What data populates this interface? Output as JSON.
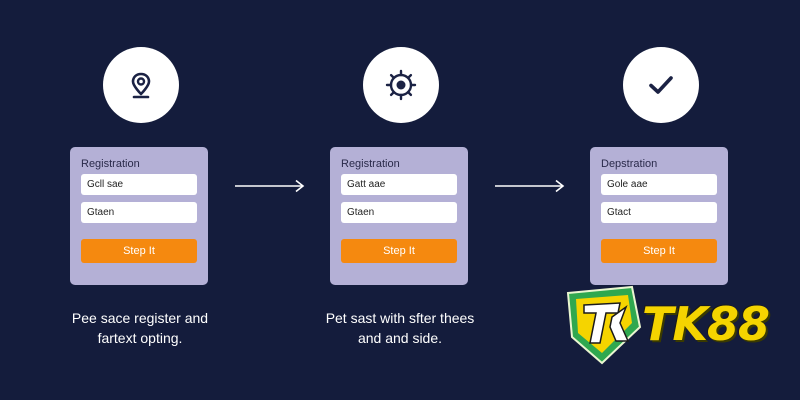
{
  "steps": [
    {
      "icon": "location-pin-icon",
      "card_title": "Registration",
      "field_1": "Gcll sae",
      "field_2": "Gtaen",
      "button_label": "Step It",
      "caption_line_1": "Pee sace register and",
      "caption_line_2": "fartext opting."
    },
    {
      "icon": "target-settings-icon",
      "card_title": "Registration",
      "field_1": "Gatt aae",
      "field_2": "Gtaen",
      "button_label": "Step It",
      "caption_line_1": "Pet sast with sfter thees",
      "caption_line_2": "and and side."
    },
    {
      "icon": "checkmark-icon",
      "card_title": "Depstration",
      "field_1": "Gole aae",
      "field_2": "Gtact",
      "button_label": "Step It",
      "caption_line_1": "",
      "caption_line_2": ""
    }
  ],
  "logo": {
    "text": "TK88"
  },
  "colors": {
    "background": "#141c3c",
    "card": "#b4b0d6",
    "button": "#f5890f",
    "logo_yellow": "#f5d400",
    "logo_green": "#2fa84f"
  }
}
